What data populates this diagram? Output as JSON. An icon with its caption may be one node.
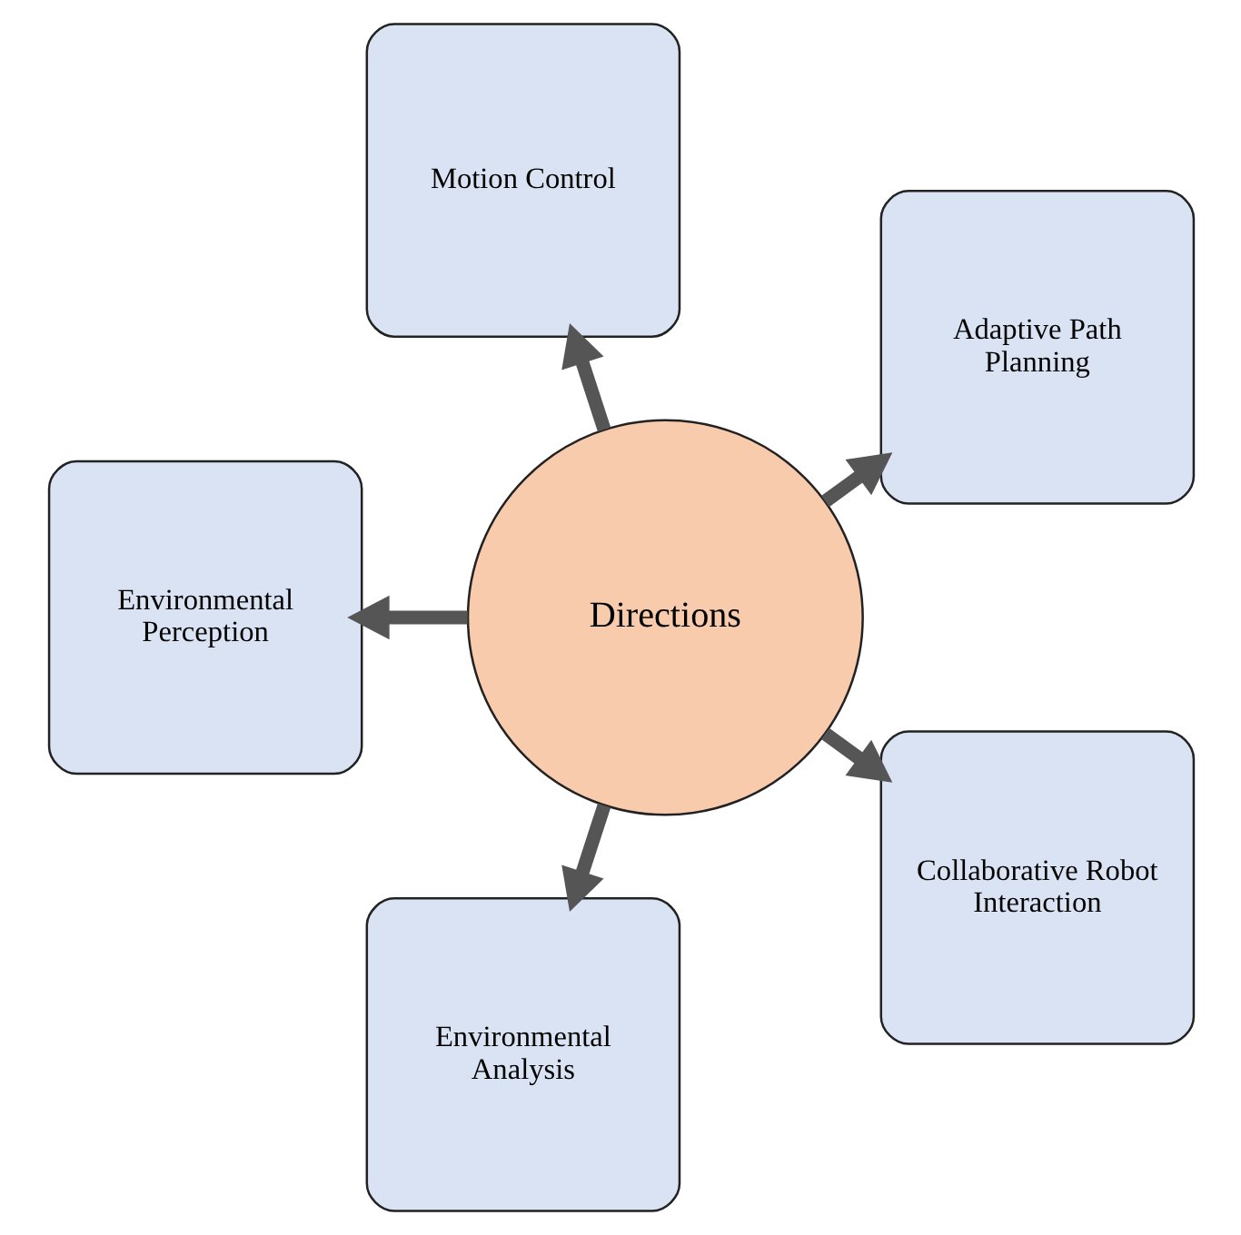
{
  "diagram": {
    "nodes": [
      {
        "text": [
          "Directions"
        ]
      },
      {
        "text": [
          "Adaptive Path Planning"
        ]
      },
      {
        "text": [
          "Motion Control"
        ]
      },
      {
        "text": [
          "Environmental Perception"
        ]
      },
      {
        "text": [
          "Environmental Analysis"
        ]
      },
      {
        "text": [
          "Collaborative Robot Interaction"
        ]
      }
    ],
    "edges": [
      {
        "from": 0,
        "to": 1,
        "arrow": "to"
      },
      {
        "from": 0,
        "to": 2,
        "arrow": "to"
      },
      {
        "from": 0,
        "to": 3,
        "arrow": "to"
      },
      {
        "from": 0,
        "to": 4,
        "arrow": "to"
      },
      {
        "from": 0,
        "to": 5,
        "arrow": "to"
      }
    ]
  }
}
